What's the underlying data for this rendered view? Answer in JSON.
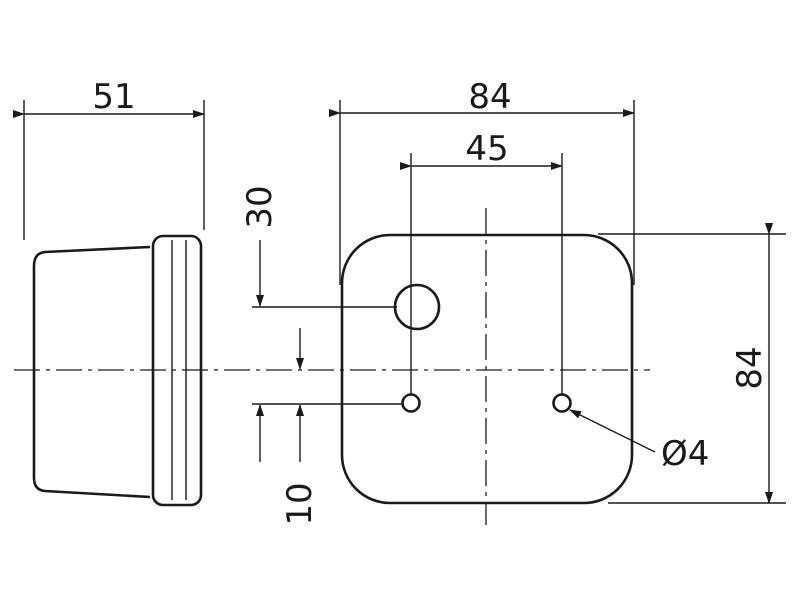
{
  "dimensions": {
    "depth": "51",
    "plate_width": "84",
    "hole_spacing": "45",
    "large_hole_offset": "30",
    "small_hole_offset": "10",
    "plate_height": "84",
    "hole_diameter": "Ø4"
  }
}
